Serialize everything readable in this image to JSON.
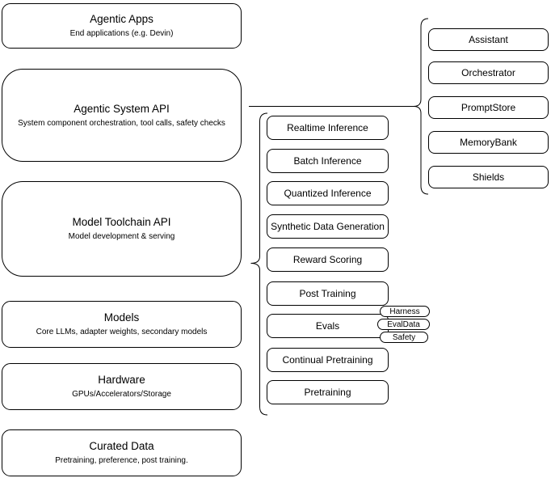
{
  "diagram": {
    "left_stack": [
      {
        "title": "Agentic Apps",
        "subtitle": "End applications (e.g. Devin)"
      },
      {
        "title": "Agentic System API",
        "subtitle": "System component orchestration, tool calls, safety checks"
      },
      {
        "title": "Model Toolchain API",
        "subtitle": "Model development & serving"
      },
      {
        "title": "Models",
        "subtitle": "Core LLMs, adapter weights, secondary models"
      },
      {
        "title": "Hardware",
        "subtitle": "GPUs/Accelerators/Storage"
      },
      {
        "title": "Curated Data",
        "subtitle": "Pretraining, preference, post training."
      }
    ],
    "toolchain_items": [
      "Realtime Inference",
      "Batch Inference",
      "Quantized Inference",
      "Synthetic Data Generation",
      "Reward Scoring",
      "Post Training",
      "Evals",
      "Continual Pretraining",
      "Pretraining"
    ],
    "eval_tags": [
      "Harness",
      "EvalData",
      "Safety"
    ],
    "system_items": [
      "Assistant",
      "Orchestrator",
      "PromptStore",
      "MemoryBank",
      "Shields"
    ],
    "colors": {
      "stroke": "#000000",
      "fill": "#ffffff",
      "text": "#000000"
    }
  }
}
